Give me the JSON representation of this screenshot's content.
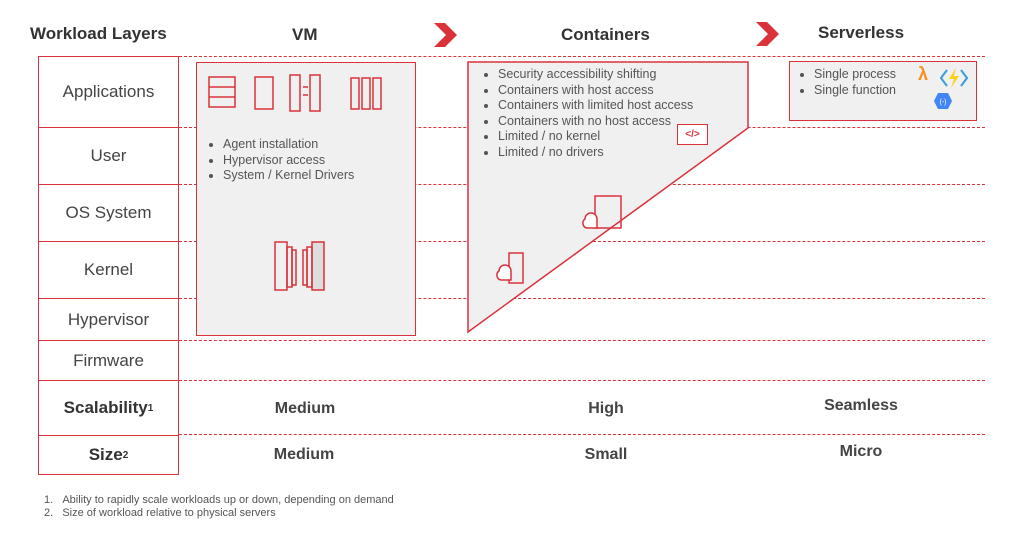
{
  "header": {
    "title": "Workload Layers",
    "columns": [
      "VM",
      "Containers",
      "Serverless"
    ]
  },
  "layers": [
    "Applications",
    "User",
    "OS System",
    "Kernel",
    "Hypervisor",
    "Firmware"
  ],
  "metrics": [
    {
      "label": "Scalability",
      "sup": "1",
      "values": [
        "Medium",
        "High",
        "Seamless"
      ]
    },
    {
      "label": "Size",
      "sup": "2",
      "values": [
        "Medium",
        "Small",
        "Micro"
      ]
    }
  ],
  "vm": {
    "bullets": [
      "Agent installation",
      "Hypervisor access",
      "System / Kernel Drivers"
    ]
  },
  "containers": {
    "bullets": [
      "Security accessibility shifting",
      "Containers with host access",
      "Containers with limited host access",
      "Containers with no host access",
      "Limited / no kernel",
      "Limited / no drivers"
    ],
    "code_icon": "</>"
  },
  "serverless": {
    "bullets": [
      "Single process",
      "Single function"
    ],
    "lambda": "λ"
  },
  "footnotes": [
    "Ability to rapidly scale workloads up or down, depending on demand",
    "Size of workload relative to physical servers"
  ],
  "colors": {
    "accent": "#d9323a",
    "panel": "#f0f0f0",
    "lambda": "#f7901e",
    "azure": "#3a9bdc",
    "gcp": "#4285f4"
  }
}
